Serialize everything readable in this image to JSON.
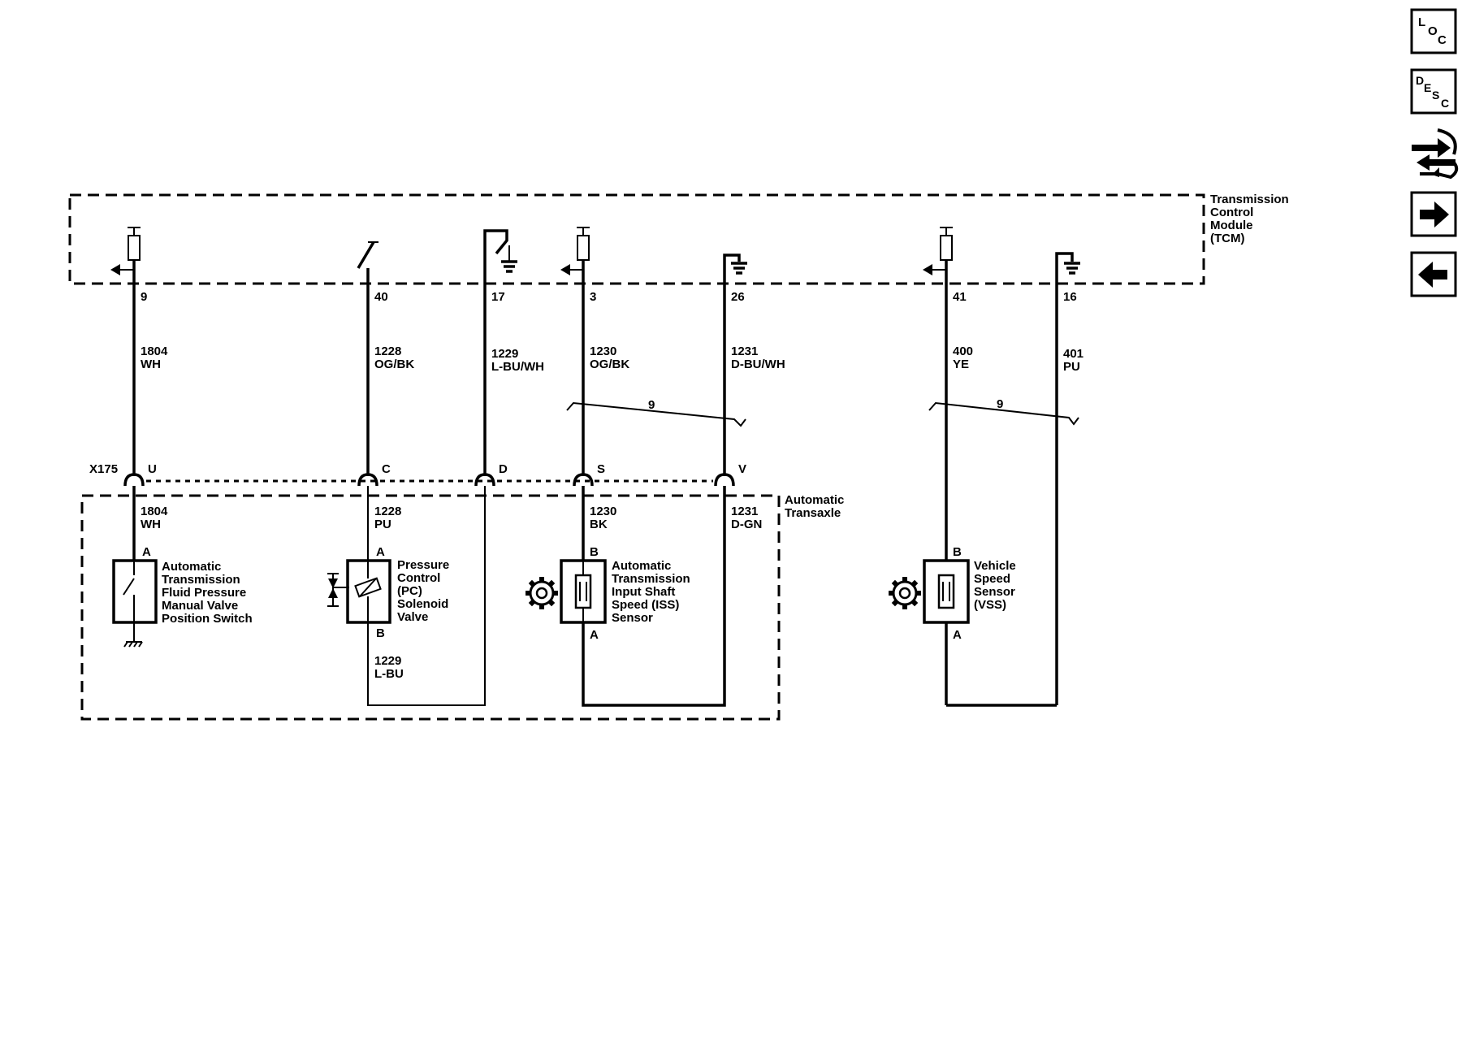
{
  "nav": {
    "loc": [
      "L",
      "O",
      "C"
    ],
    "desc": [
      "D",
      "E",
      "S",
      "C"
    ]
  },
  "tcm": {
    "label": [
      "Transmission",
      "Control",
      "Module",
      "(TCM)"
    ]
  },
  "transaxle": {
    "label": [
      "Automatic",
      "Transaxle"
    ]
  },
  "connector": {
    "name": "X175"
  },
  "tcm_pins": [
    "9",
    "40",
    "17",
    "3",
    "26",
    "41",
    "16"
  ],
  "upper_wires": [
    {
      "circuit": "1804",
      "color": "WH"
    },
    {
      "circuit": "1228",
      "color": "OG/BK"
    },
    {
      "circuit": "1229",
      "color": "L-BU/WH"
    },
    {
      "circuit": "1230",
      "color": "OG/BK"
    },
    {
      "circuit": "1231",
      "color": "D-BU/WH"
    },
    {
      "circuit": "400",
      "color": "YE"
    },
    {
      "circuit": "401",
      "color": "PU"
    }
  ],
  "twist_labels": [
    "9",
    "9"
  ],
  "connector_pins": [
    "U",
    "C",
    "D",
    "S",
    "V"
  ],
  "lower_wires": [
    {
      "circuit": "1804",
      "color": "WH"
    },
    {
      "circuit": "1228",
      "color": "PU"
    },
    {
      "circuit": "1230",
      "color": "BK"
    },
    {
      "circuit": "1231",
      "color": "D-GN"
    },
    {
      "circuit": "1229",
      "color": "L-BU"
    }
  ],
  "components": {
    "switch": {
      "pin": "A",
      "label": [
        "Automatic",
        "Transmission",
        "Fluid Pressure",
        "Manual Valve",
        "Position Switch"
      ]
    },
    "solenoid": {
      "pin_top": "A",
      "pin_bottom": "B",
      "label": [
        "Pressure",
        "Control",
        "(PC)",
        "Solenoid",
        "Valve"
      ]
    },
    "iss": {
      "pin_top": "B",
      "pin_bottom": "A",
      "label": [
        "Automatic",
        "Transmission",
        "Input Shaft",
        "Speed (ISS)",
        "Sensor"
      ]
    },
    "vss": {
      "pin_top": "B",
      "pin_bottom": "A",
      "label": [
        "Vehicle",
        "Speed",
        "Sensor",
        "(VSS)"
      ]
    }
  }
}
